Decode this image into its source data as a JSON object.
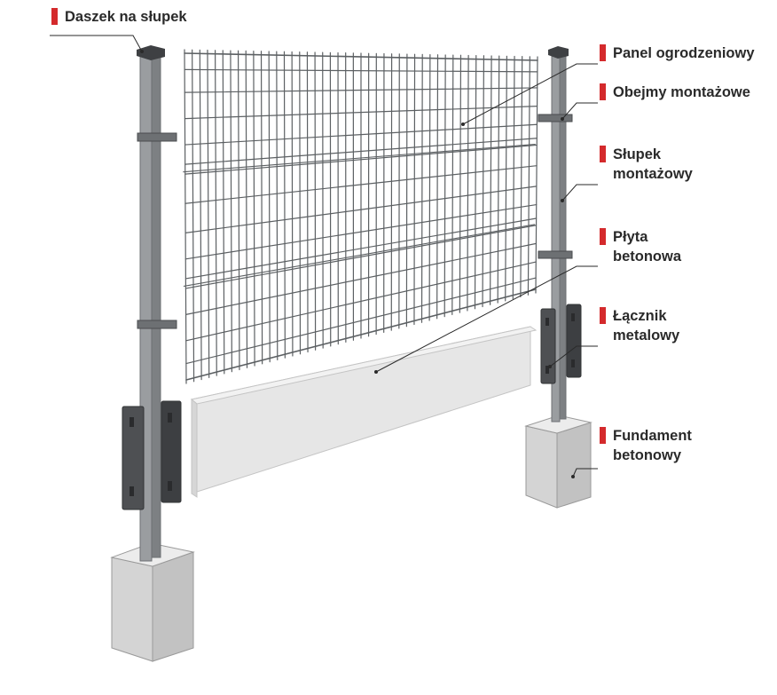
{
  "colors": {
    "marker": "#d42a2c",
    "label_text": "#2a2a2a",
    "post": "#8a8d90",
    "mesh": "#5c6063",
    "concrete": "#e3e3e3",
    "foundation": "#dcdcdc",
    "connector": "#4a4c4f"
  },
  "labels": {
    "daszek": {
      "lines": [
        "Daszek na słupek"
      ]
    },
    "panel": {
      "lines": [
        "Panel ogrodzeniowy"
      ]
    },
    "obejmy": {
      "lines": [
        "Obejmy montażowe"
      ]
    },
    "slupek": {
      "lines": [
        "Słupek",
        "montażowy"
      ]
    },
    "plyta": {
      "lines": [
        "Płyta",
        "betonowa"
      ]
    },
    "lacznik": {
      "lines": [
        "Łącznik",
        "metalowy"
      ]
    },
    "fundament": {
      "lines": [
        "Fundament",
        "betonowy"
      ]
    }
  }
}
